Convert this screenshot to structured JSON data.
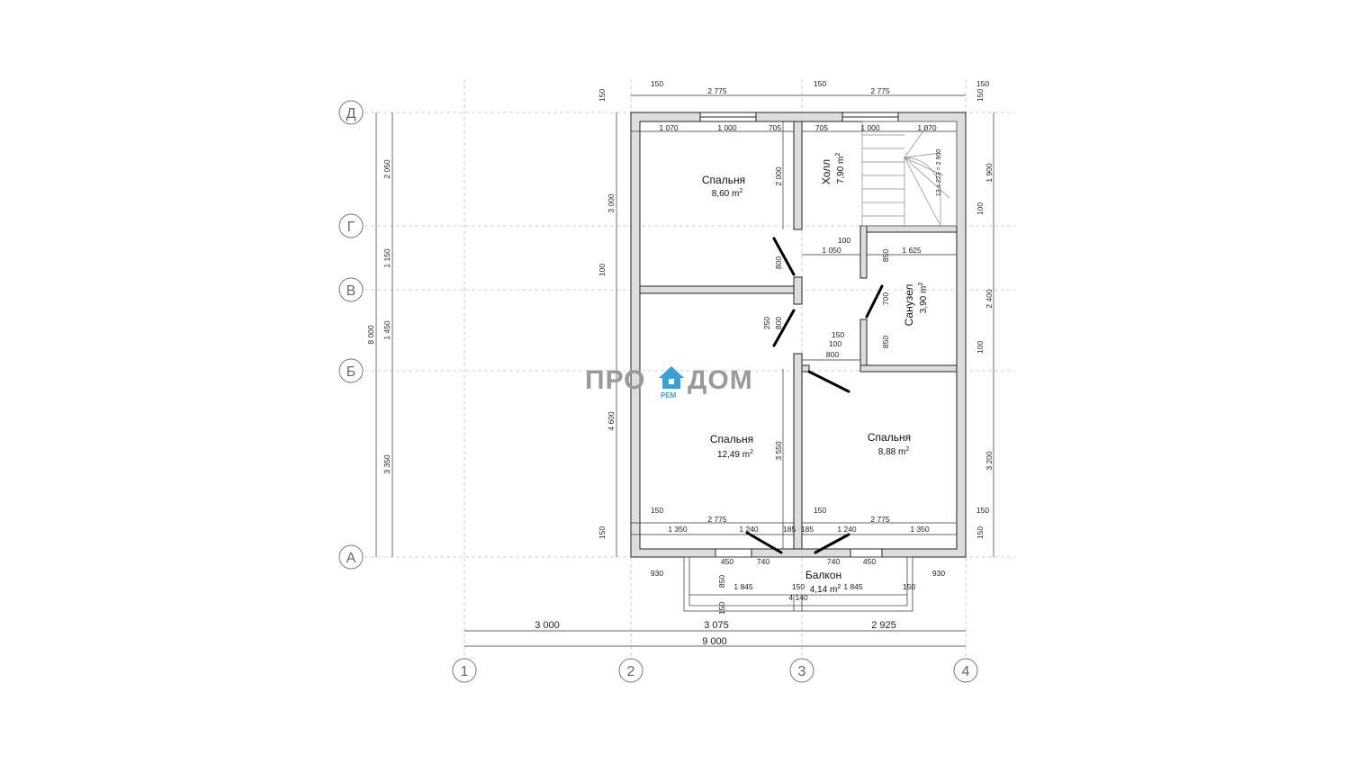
{
  "rooms": {
    "bedroom_nw": {
      "name": "Спальня",
      "area": "8,60 m",
      "sup": "2"
    },
    "hall": {
      "name": "Холл",
      "area": "7,90 m",
      "sup": "2"
    },
    "bathroom": {
      "name": "Санузел",
      "area": "3,90 m",
      "sup": "2"
    },
    "bedroom_sw": {
      "name": "Спальня",
      "area": "12,49 m",
      "sup": "2"
    },
    "bedroom_se": {
      "name": "Спальня",
      "area": "8,88 m",
      "sup": "2"
    },
    "balcony": {
      "name": "Балкон",
      "area": "4,14 m",
      "sup": "2"
    }
  },
  "axes": {
    "cols": [
      "1",
      "2",
      "3",
      "4"
    ],
    "rows": [
      "Д",
      "Г",
      "В",
      "Б",
      "А"
    ]
  },
  "dims": {
    "top": [
      "150",
      "2 775",
      "150",
      "2 775",
      "150"
    ],
    "top_inner": [
      "1 070",
      "1 000",
      "705",
      "705",
      "1 000",
      "1 070"
    ],
    "left_outer": [
      "2 050",
      "1 150",
      "1 450",
      "3 350"
    ],
    "left_total": "8 000",
    "left_inner": [
      "150",
      "3 000",
      "100",
      "4 600",
      "150"
    ],
    "right": [
      "150",
      "1 900",
      "100",
      "2 400",
      "100",
      "3 200",
      "150"
    ],
    "bottom": [
      "3 000",
      "3 075",
      "2 925"
    ],
    "bottom_total": "9 000",
    "bottom_inner_left": [
      "150",
      "2 775",
      "1 350",
      "1 240",
      "185"
    ],
    "bottom_inner_right": [
      "185",
      "1 240",
      "150",
      "2 775",
      "1 350"
    ],
    "balcony": [
      "930",
      "450",
      "740",
      "740",
      "450",
      "930",
      "850",
      "1 845",
      "150",
      "1 845",
      "150",
      "4 140",
      "150"
    ],
    "interior": [
      "2 000",
      "800",
      "250",
      "800",
      "3 550",
      "100",
      "1 050",
      "1 625",
      "850",
      "700",
      "850",
      "150",
      "100",
      "800",
      "13 x 223 = 2 900"
    ]
  },
  "logo": {
    "left": "ПРО",
    "right": "ДОМ",
    "sub": "РЕМ",
    "icon": "house-icon"
  },
  "colors": {
    "wall": "#dddddd",
    "wall_stroke": "#222222",
    "grid": "#bbbbbb",
    "logo_gray": "#9a9a9a",
    "logo_blue": "#3aa0d8"
  }
}
